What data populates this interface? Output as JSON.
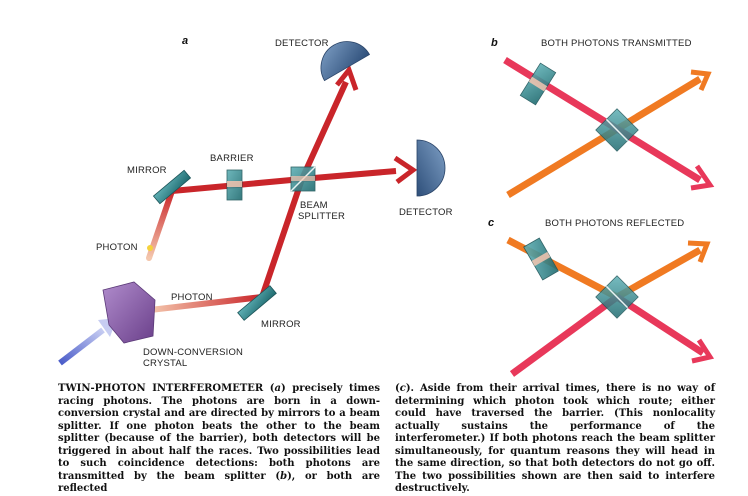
{
  "panel_a": {
    "letter": "a",
    "labels": {
      "detector_top": "DETECTOR",
      "detector_right": "DETECTOR",
      "mirror_top": "MIRROR",
      "mirror_bottom": "MIRROR",
      "barrier": "BARRIER",
      "beam_splitter_line1": "BEAM",
      "beam_splitter_line2": "SPLITTER",
      "photon_left": "PHOTON",
      "photon_bottom": "PHOTON",
      "crystal_line1": "DOWN-CONVERSION",
      "crystal_line2": "CRYSTAL"
    }
  },
  "panel_b": {
    "letter": "b",
    "title": "BOTH PHOTONS TRANSMITTED"
  },
  "panel_c": {
    "letter": "c",
    "title": "BOTH PHOTONS REFLECTED"
  },
  "caption": {
    "left": {
      "pre_a": "TWIN-PHOTON INTERFEROMETER (",
      "a": "a",
      "post_a": ") precisely times racing photons. The photons are born in a down-conversion crystal and are directed by mirrors to a beam splitter. If one photon beats the other to the beam splitter (because of the barrier), both detectors will be triggered in about half the races. Two possibilities lead to such coincidence detections: both photons are transmitted by the beam splitter (",
      "b": "b",
      "post_b": "), or both are reflected"
    },
    "right": {
      "pre_c": "(",
      "c": "c",
      "post_c": "). Aside from their arrival times, there is no way of determining which photon took which route; either could have traversed the barrier. (This nonlocality actually sustains the performance of the interferometer.) If both photons reach the beam splitter simultaneously, for quantum reasons they will head in the same direction, so that both detectors do not go off. The two possibilities shown are then said to interfere destructively."
    }
  },
  "colors": {
    "beam_red": "#c9252a",
    "beam_pink": "#e8385a",
    "beam_orange": "#f07a22",
    "detector_blue": "#41658f",
    "optic_teal": "#2e8a8f",
    "crystal_purple": "#8a5aa8",
    "pump_blue": "#5d6ed1"
  }
}
